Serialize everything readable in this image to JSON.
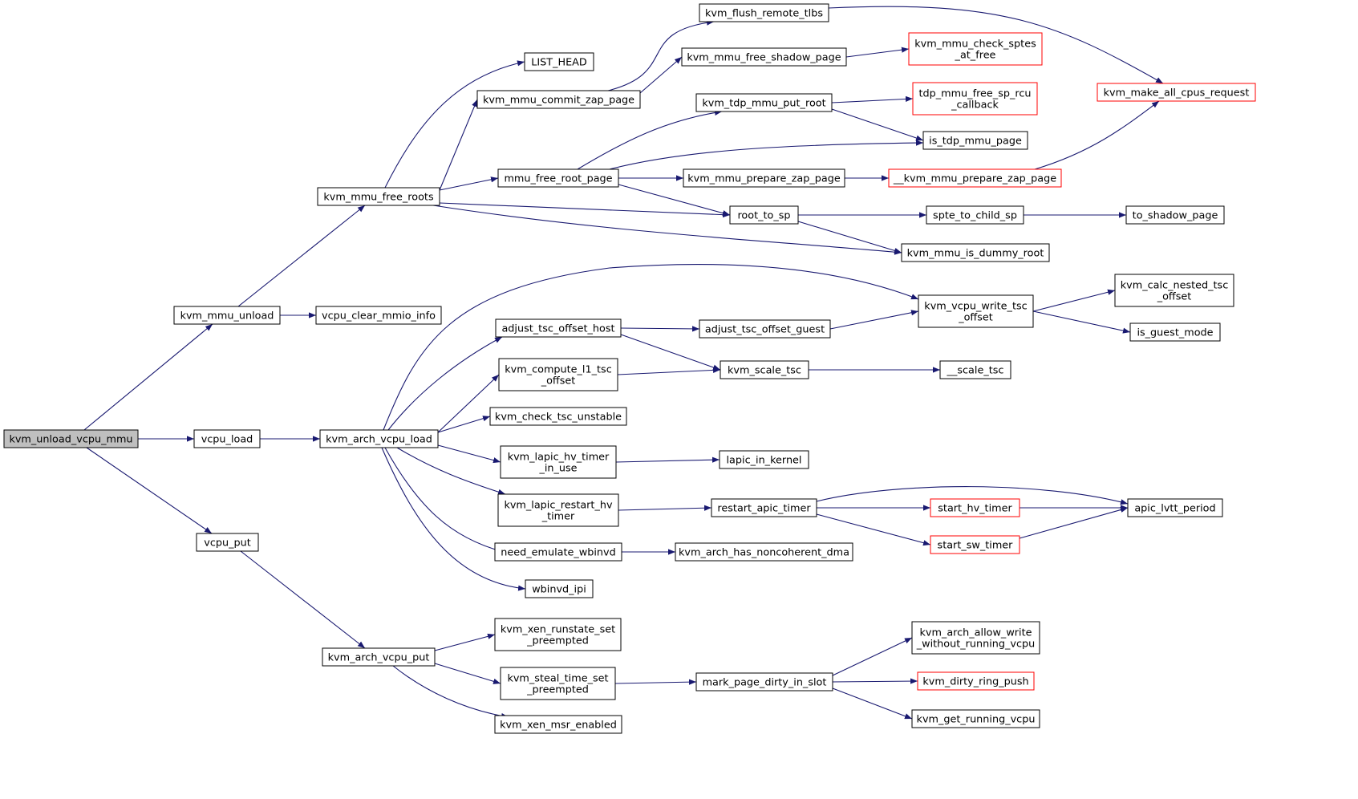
{
  "colors": {
    "edge": "#191970",
    "root_fill": "#bfbfbf",
    "truncated_border": "#ff0000",
    "border": "#000000"
  },
  "nodes": [
    {
      "id": "kvm_unload_vcpu_mmu",
      "lines": [
        "kvm_unload_vcpu_mmu"
      ],
      "root": true
    },
    {
      "id": "kvm_mmu_unload",
      "lines": [
        "kvm_mmu_unload"
      ]
    },
    {
      "id": "vcpu_load",
      "lines": [
        "vcpu_load"
      ]
    },
    {
      "id": "vcpu_put",
      "lines": [
        "vcpu_put"
      ]
    },
    {
      "id": "kvm_mmu_free_roots",
      "lines": [
        "kvm_mmu_free_roots"
      ]
    },
    {
      "id": "vcpu_clear_mmio_info",
      "lines": [
        "vcpu_clear_mmio_info"
      ]
    },
    {
      "id": "kvm_arch_vcpu_load",
      "lines": [
        "kvm_arch_vcpu_load"
      ]
    },
    {
      "id": "kvm_arch_vcpu_put",
      "lines": [
        "kvm_arch_vcpu_put"
      ]
    },
    {
      "id": "LIST_HEAD",
      "lines": [
        "LIST_HEAD"
      ]
    },
    {
      "id": "kvm_mmu_commit_zap_page",
      "lines": [
        "kvm_mmu_commit_zap_page"
      ]
    },
    {
      "id": "mmu_free_root_page",
      "lines": [
        "mmu_free_root_page"
      ]
    },
    {
      "id": "adjust_tsc_offset_host",
      "lines": [
        "adjust_tsc_offset_host"
      ]
    },
    {
      "id": "kvm_compute_l1_tsc_offset",
      "lines": [
        "kvm_compute_l1_tsc",
        "_offset"
      ]
    },
    {
      "id": "kvm_check_tsc_unstable",
      "lines": [
        "kvm_check_tsc_unstable"
      ]
    },
    {
      "id": "kvm_lapic_hv_timer_in_use",
      "lines": [
        "kvm_lapic_hv_timer",
        "_in_use"
      ]
    },
    {
      "id": "kvm_lapic_restart_hv_timer",
      "lines": [
        "kvm_lapic_restart_hv",
        "_timer"
      ]
    },
    {
      "id": "need_emulate_wbinvd",
      "lines": [
        "need_emulate_wbinvd"
      ]
    },
    {
      "id": "wbinvd_ipi",
      "lines": [
        "wbinvd_ipi"
      ]
    },
    {
      "id": "kvm_xen_runstate_set_preempted",
      "lines": [
        "kvm_xen_runstate_set",
        "_preempted"
      ]
    },
    {
      "id": "kvm_steal_time_set_preempted",
      "lines": [
        "kvm_steal_time_set",
        "_preempted"
      ]
    },
    {
      "id": "kvm_xen_msr_enabled",
      "lines": [
        "kvm_xen_msr_enabled"
      ]
    },
    {
      "id": "kvm_flush_remote_tlbs",
      "lines": [
        "kvm_flush_remote_tlbs"
      ]
    },
    {
      "id": "kvm_mmu_free_shadow_page",
      "lines": [
        "kvm_mmu_free_shadow_page"
      ]
    },
    {
      "id": "kvm_tdp_mmu_put_root",
      "lines": [
        "kvm_tdp_mmu_put_root"
      ]
    },
    {
      "id": "kvm_mmu_prepare_zap_page",
      "lines": [
        "kvm_mmu_prepare_zap_page"
      ]
    },
    {
      "id": "root_to_sp",
      "lines": [
        "root_to_sp"
      ]
    },
    {
      "id": "adjust_tsc_offset_guest",
      "lines": [
        "adjust_tsc_offset_guest"
      ]
    },
    {
      "id": "kvm_scale_tsc",
      "lines": [
        "kvm_scale_tsc"
      ]
    },
    {
      "id": "lapic_in_kernel",
      "lines": [
        "lapic_in_kernel"
      ]
    },
    {
      "id": "restart_apic_timer",
      "lines": [
        "restart_apic_timer"
      ]
    },
    {
      "id": "kvm_arch_has_noncoherent_dma",
      "lines": [
        "kvm_arch_has_noncoherent_dma"
      ]
    },
    {
      "id": "mark_page_dirty_in_slot",
      "lines": [
        "mark_page_dirty_in_slot"
      ]
    },
    {
      "id": "kvm_mmu_check_sptes_at_free",
      "lines": [
        "kvm_mmu_check_sptes",
        "_at_free"
      ],
      "truncated": true
    },
    {
      "id": "tdp_mmu_free_sp_rcu_callback",
      "lines": [
        "tdp_mmu_free_sp_rcu",
        "_callback"
      ],
      "truncated": true
    },
    {
      "id": "is_tdp_mmu_page",
      "lines": [
        "is_tdp_mmu_page"
      ]
    },
    {
      "id": "__kvm_mmu_prepare_zap_page",
      "lines": [
        "__kvm_mmu_prepare_zap_page"
      ],
      "truncated": true
    },
    {
      "id": "spte_to_child_sp",
      "lines": [
        "spte_to_child_sp"
      ]
    },
    {
      "id": "kvm_mmu_is_dummy_root",
      "lines": [
        "kvm_mmu_is_dummy_root"
      ]
    },
    {
      "id": "kvm_vcpu_write_tsc_offset",
      "lines": [
        "kvm_vcpu_write_tsc",
        "_offset"
      ]
    },
    {
      "id": "__scale_tsc",
      "lines": [
        "__scale_tsc"
      ]
    },
    {
      "id": "start_hv_timer",
      "lines": [
        "start_hv_timer"
      ],
      "truncated": true
    },
    {
      "id": "start_sw_timer",
      "lines": [
        "start_sw_timer"
      ],
      "truncated": true
    },
    {
      "id": "kvm_arch_allow_write_without_running_vcpu",
      "lines": [
        "kvm_arch_allow_write",
        "_without_running_vcpu"
      ]
    },
    {
      "id": "kvm_dirty_ring_push",
      "lines": [
        "kvm_dirty_ring_push"
      ],
      "truncated": true
    },
    {
      "id": "kvm_get_running_vcpu",
      "lines": [
        "kvm_get_running_vcpu"
      ]
    },
    {
      "id": "kvm_make_all_cpus_request",
      "lines": [
        "kvm_make_all_cpus_request"
      ],
      "truncated": true
    },
    {
      "id": "to_shadow_page",
      "lines": [
        "to_shadow_page"
      ]
    },
    {
      "id": "kvm_calc_nested_tsc_offset",
      "lines": [
        "kvm_calc_nested_tsc",
        "_offset"
      ]
    },
    {
      "id": "is_guest_mode",
      "lines": [
        "is_guest_mode"
      ]
    },
    {
      "id": "apic_lvtt_period",
      "lines": [
        "apic_lvtt_period"
      ]
    }
  ],
  "edges": [
    [
      "kvm_unload_vcpu_mmu",
      "kvm_mmu_unload"
    ],
    [
      "kvm_unload_vcpu_mmu",
      "vcpu_load"
    ],
    [
      "kvm_unload_vcpu_mmu",
      "vcpu_put"
    ],
    [
      "kvm_mmu_unload",
      "kvm_mmu_free_roots"
    ],
    [
      "kvm_mmu_unload",
      "vcpu_clear_mmio_info"
    ],
    [
      "kvm_mmu_free_roots",
      "LIST_HEAD"
    ],
    [
      "kvm_mmu_free_roots",
      "kvm_mmu_commit_zap_page"
    ],
    [
      "kvm_mmu_free_roots",
      "mmu_free_root_page"
    ],
    [
      "kvm_mmu_free_roots",
      "root_to_sp"
    ],
    [
      "kvm_mmu_free_roots",
      "kvm_mmu_is_dummy_root"
    ],
    [
      "kvm_mmu_commit_zap_page",
      "kvm_flush_remote_tlbs"
    ],
    [
      "kvm_mmu_commit_zap_page",
      "kvm_mmu_free_shadow_page"
    ],
    [
      "kvm_flush_remote_tlbs",
      "kvm_make_all_cpus_request"
    ],
    [
      "kvm_mmu_free_shadow_page",
      "kvm_mmu_check_sptes_at_free"
    ],
    [
      "mmu_free_root_page",
      "kvm_tdp_mmu_put_root"
    ],
    [
      "mmu_free_root_page",
      "is_tdp_mmu_page"
    ],
    [
      "mmu_free_root_page",
      "kvm_mmu_prepare_zap_page"
    ],
    [
      "mmu_free_root_page",
      "root_to_sp"
    ],
    [
      "kvm_tdp_mmu_put_root",
      "tdp_mmu_free_sp_rcu_callback"
    ],
    [
      "kvm_tdp_mmu_put_root",
      "is_tdp_mmu_page"
    ],
    [
      "kvm_mmu_prepare_zap_page",
      "__kvm_mmu_prepare_zap_page"
    ],
    [
      "__kvm_mmu_prepare_zap_page",
      "kvm_make_all_cpus_request"
    ],
    [
      "root_to_sp",
      "spte_to_child_sp"
    ],
    [
      "root_to_sp",
      "kvm_mmu_is_dummy_root"
    ],
    [
      "spte_to_child_sp",
      "to_shadow_page"
    ],
    [
      "vcpu_load",
      "kvm_arch_vcpu_load"
    ],
    [
      "kvm_arch_vcpu_load",
      "kvm_vcpu_write_tsc_offset"
    ],
    [
      "kvm_arch_vcpu_load",
      "adjust_tsc_offset_host"
    ],
    [
      "kvm_arch_vcpu_load",
      "kvm_compute_l1_tsc_offset"
    ],
    [
      "kvm_arch_vcpu_load",
      "kvm_check_tsc_unstable"
    ],
    [
      "kvm_arch_vcpu_load",
      "kvm_lapic_hv_timer_in_use"
    ],
    [
      "kvm_arch_vcpu_load",
      "kvm_lapic_restart_hv_timer"
    ],
    [
      "kvm_arch_vcpu_load",
      "need_emulate_wbinvd"
    ],
    [
      "kvm_arch_vcpu_load",
      "wbinvd_ipi"
    ],
    [
      "adjust_tsc_offset_host",
      "adjust_tsc_offset_guest"
    ],
    [
      "adjust_tsc_offset_host",
      "kvm_scale_tsc"
    ],
    [
      "adjust_tsc_offset_guest",
      "kvm_vcpu_write_tsc_offset"
    ],
    [
      "kvm_vcpu_write_tsc_offset",
      "kvm_calc_nested_tsc_offset"
    ],
    [
      "kvm_vcpu_write_tsc_offset",
      "is_guest_mode"
    ],
    [
      "kvm_compute_l1_tsc_offset",
      "kvm_scale_tsc"
    ],
    [
      "kvm_scale_tsc",
      "__scale_tsc"
    ],
    [
      "kvm_lapic_hv_timer_in_use",
      "lapic_in_kernel"
    ],
    [
      "kvm_lapic_restart_hv_timer",
      "restart_apic_timer"
    ],
    [
      "restart_apic_timer",
      "apic_lvtt_period"
    ],
    [
      "restart_apic_timer",
      "start_hv_timer"
    ],
    [
      "restart_apic_timer",
      "start_sw_timer"
    ],
    [
      "start_hv_timer",
      "apic_lvtt_period"
    ],
    [
      "start_sw_timer",
      "apic_lvtt_period"
    ],
    [
      "need_emulate_wbinvd",
      "kvm_arch_has_noncoherent_dma"
    ],
    [
      "vcpu_put",
      "kvm_arch_vcpu_put"
    ],
    [
      "kvm_arch_vcpu_put",
      "kvm_xen_runstate_set_preempted"
    ],
    [
      "kvm_arch_vcpu_put",
      "kvm_steal_time_set_preempted"
    ],
    [
      "kvm_arch_vcpu_put",
      "kvm_xen_msr_enabled"
    ],
    [
      "kvm_steal_time_set_preempted",
      "mark_page_dirty_in_slot"
    ],
    [
      "mark_page_dirty_in_slot",
      "kvm_arch_allow_write_without_running_vcpu"
    ],
    [
      "mark_page_dirty_in_slot",
      "kvm_dirty_ring_push"
    ],
    [
      "mark_page_dirty_in_slot",
      "kvm_get_running_vcpu"
    ]
  ]
}
